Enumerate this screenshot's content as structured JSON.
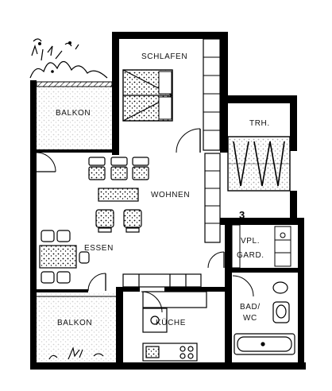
{
  "floor_plan": {
    "apartment_number": "3",
    "rooms": {
      "schlafen": "SCHLAFEN",
      "trh": "TRH.",
      "balkon_top": "BALKON",
      "wohnen": "WOHNEN",
      "essen": "ESSEN",
      "vpl_gard_line1": "VPL.",
      "vpl_gard_line2": "GARD.",
      "balkon_bottom": "BALKON",
      "kuche": "KÜCHE",
      "bad_line1": "BAD/",
      "bad_line2": "WC"
    }
  }
}
